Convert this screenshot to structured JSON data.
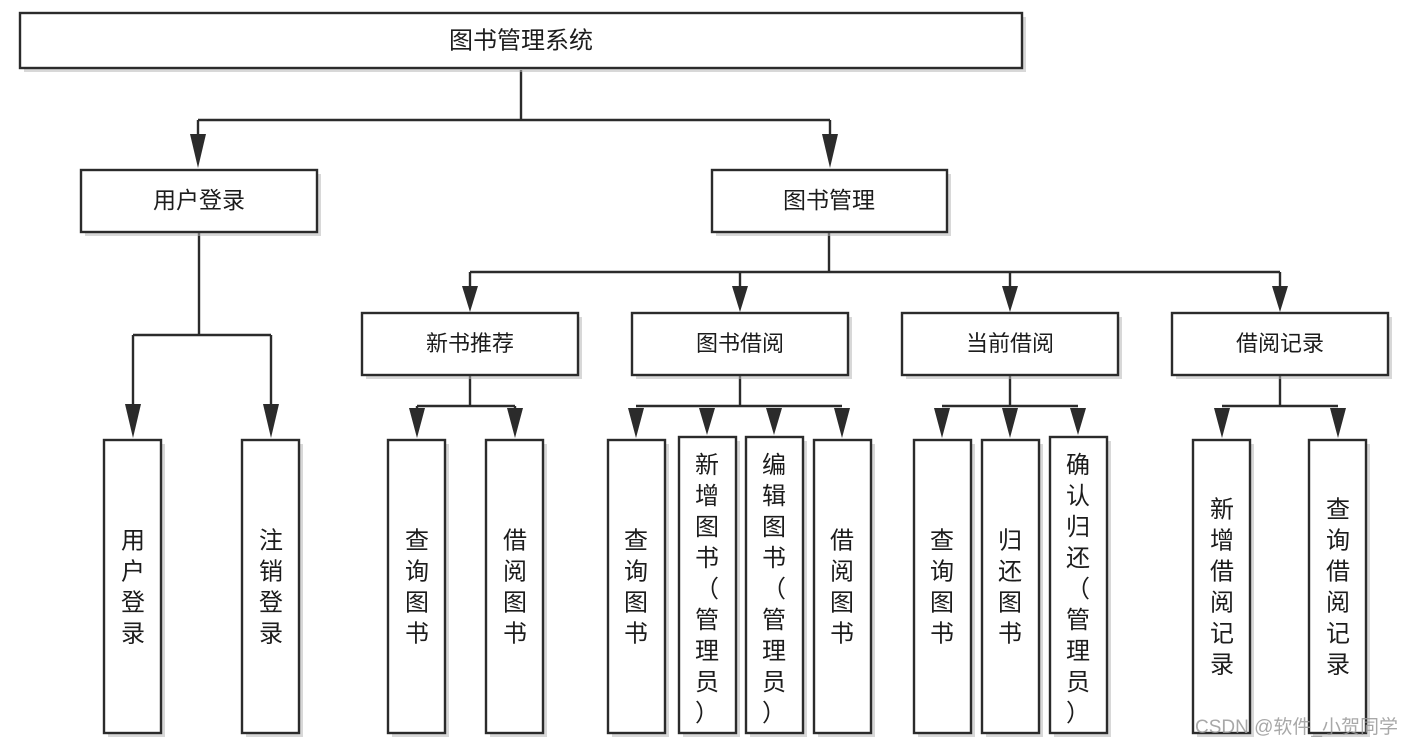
{
  "diagram": {
    "title": "图书管理系统",
    "type": "tree-hierarchy-chart",
    "watermark": "CSDN @软件_小贺同学",
    "colors": {
      "stroke": "#2b2b2b",
      "box_fill": "#ffffff",
      "text": "#1c1c1c",
      "background": "#ffffff",
      "watermark": "#9a9a9a"
    },
    "root": {
      "id": "root",
      "label": "图书管理系统",
      "orientation": "horizontal"
    },
    "level2": [
      {
        "id": "user-login",
        "label": "用户登录",
        "orientation": "horizontal"
      },
      {
        "id": "book-management",
        "label": "图书管理",
        "orientation": "horizontal"
      }
    ],
    "level3": [
      {
        "id": "new-book-recommend",
        "label": "新书推荐",
        "parent": "book-management",
        "orientation": "horizontal"
      },
      {
        "id": "book-borrow",
        "label": "图书借阅",
        "parent": "book-management",
        "orientation": "horizontal"
      },
      {
        "id": "current-borrow",
        "label": "当前借阅",
        "parent": "book-management",
        "orientation": "horizontal"
      },
      {
        "id": "borrow-record",
        "label": "借阅记录",
        "parent": "book-management",
        "orientation": "horizontal"
      }
    ],
    "leaves": [
      {
        "id": "leaf-user-login",
        "label": "用户登录",
        "parent": "user-login",
        "orientation": "vertical",
        "tall": false
      },
      {
        "id": "leaf-user-logout",
        "label": "注销登录",
        "parent": "user-login",
        "orientation": "vertical",
        "tall": false
      },
      {
        "id": "leaf-query-book-recommend",
        "label": "查询图书",
        "parent": "new-book-recommend",
        "orientation": "vertical",
        "tall": false
      },
      {
        "id": "leaf-borrow-book-recommend",
        "label": "借阅图书",
        "parent": "new-book-recommend",
        "orientation": "vertical",
        "tall": false
      },
      {
        "id": "leaf-query-book-borrow",
        "label": "查询图书",
        "parent": "book-borrow",
        "orientation": "vertical",
        "tall": false
      },
      {
        "id": "leaf-add-book-admin",
        "label": "新增图书（管理员）",
        "parent": "book-borrow",
        "orientation": "vertical",
        "tall": true
      },
      {
        "id": "leaf-edit-book-admin",
        "label": "编辑图书（管理员）",
        "parent": "book-borrow",
        "orientation": "vertical",
        "tall": true
      },
      {
        "id": "leaf-borrow-book",
        "label": "借阅图书",
        "parent": "book-borrow",
        "orientation": "vertical",
        "tall": false
      },
      {
        "id": "leaf-query-book-current",
        "label": "查询图书",
        "parent": "current-borrow",
        "orientation": "vertical",
        "tall": false
      },
      {
        "id": "leaf-return-book",
        "label": "归还图书",
        "parent": "current-borrow",
        "orientation": "vertical",
        "tall": false
      },
      {
        "id": "leaf-confirm-return-admin",
        "label": "确认归还（管理员）",
        "parent": "current-borrow",
        "orientation": "vertical",
        "tall": true
      },
      {
        "id": "leaf-add-borrow-record",
        "label": "新增借阅记录",
        "parent": "borrow-record",
        "orientation": "vertical",
        "tall": false
      },
      {
        "id": "leaf-query-borrow-record",
        "label": "查询借阅记录",
        "parent": "borrow-record",
        "orientation": "vertical",
        "tall": false
      }
    ]
  }
}
